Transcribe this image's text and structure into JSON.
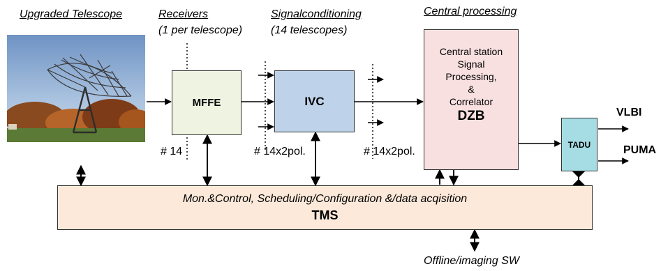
{
  "headers": {
    "telescope": "Upgraded Telescope",
    "receivers": "Receivers",
    "receivers_sub": "(1 per telescope)",
    "signal": "Signalconditioning",
    "signal_sub": "(14 telescopes)",
    "central": "Central processing"
  },
  "boxes": {
    "mffe": "MFFE",
    "ivc": "IVC",
    "central_lines": [
      "Central station",
      "Signal",
      "Processing,",
      "&",
      "Correlator"
    ],
    "dzb": "DZB",
    "tadu": "TADU",
    "tms_line": "Mon.&Control, Scheduling/Configuration &/data acqisition",
    "tms": "TMS"
  },
  "counts": {
    "receivers": "# 14",
    "ivc_in": "# 14x2pol.",
    "ivc_out": "# 14x2pol."
  },
  "outputs": {
    "vlbi": "VLBI",
    "puma": "PUMA",
    "offline": "Offline/imaging SW"
  },
  "colors": {
    "mffe_fill": "#eef3e2",
    "ivc_fill": "#bed2ea",
    "central_fill": "#f8e0e0",
    "tadu_fill": "#a6dde5",
    "tms_fill": "#fde9da"
  }
}
